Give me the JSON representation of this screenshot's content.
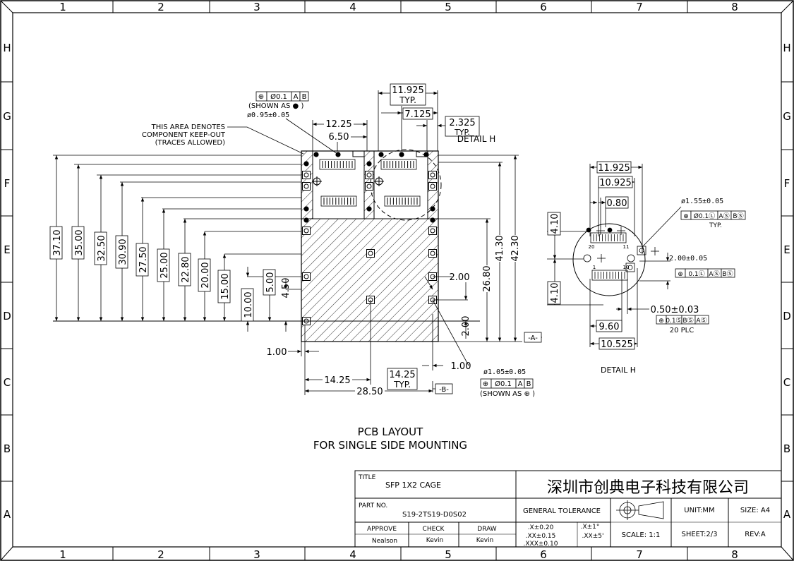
{
  "sheet": {
    "col_labels": [
      "1",
      "2",
      "3",
      "4",
      "5",
      "6",
      "7",
      "8"
    ],
    "row_labels": [
      "H",
      "G",
      "F",
      "E",
      "D",
      "C",
      "B",
      "A"
    ]
  },
  "drawing": {
    "title_line1": "PCB LAYOUT",
    "title_line2": "FOR SINGLE SIDE MOUNTING",
    "keepout_note": [
      "THIS AREA DENOTES",
      "COMPONENT KEEP-OUT",
      "(TRACES ALLOWED)"
    ],
    "detail_ref": "DETAIL H",
    "detail_caption": "DETAIL H",
    "datum_a": "-A-",
    "datum_b": "-B-",
    "hole_top": {
      "fcf": [
        "⊕",
        "Ø0.1",
        "A",
        "B"
      ],
      "shown_as": "(SHOWN AS ● )",
      "dia": "ø0.95±0.05"
    },
    "hole_bottom": {
      "fcf": [
        "⊕",
        "Ø0.1",
        "A",
        "B"
      ],
      "shown_as": "(SHOWN AS ⊕ )",
      "dia": "ø1.05±0.05"
    },
    "dims": {
      "top_12_25": "12.25",
      "top_6_50": "6.50",
      "top_11_925": "11.925",
      "top_11_925_typ": "TYP.",
      "top_7_125": "7.125",
      "top_2_325": "2.325",
      "top_2_325_typ": "TYP.",
      "v_37_10": "37.10",
      "v_35_00": "35.00",
      "v_32_50": "32.50",
      "v_30_90": "30.90",
      "v_27_50": "27.50",
      "v_25_00": "25.00",
      "v_22_80": "22.80",
      "v_20_00": "20.00",
      "v_15_00": "15.00",
      "v_10_00": "10.00",
      "v_5_00": "5.00",
      "v_4_50": "4.50",
      "h_1_00_left": "1.00",
      "h_14_25": "14.25",
      "h_28_50": "28.50",
      "h_14_25_box": "14.25",
      "h_14_25_typ": "TYP.",
      "h_1_00_right": "1.00",
      "r_2_00_a": "2.00",
      "r_2_00_b": "2.00",
      "r_26_80": "26.80",
      "r_41_30": "41.30",
      "r_42_30": "42.30"
    },
    "detail": {
      "d_11_925": "11.925",
      "d_10_925": "10.925",
      "d_0_80": "0.80",
      "d_4_10_top": "4.10",
      "d_4_10_bot": "4.10",
      "d_9_60": "9.60",
      "d_10_525": "10.525",
      "d_0_50": "0.50±0.03",
      "d_20plc": "20 PLC",
      "fcf_pad": [
        "⊕",
        "0.1Ⓢ",
        "BⓈ",
        "AⓈ"
      ],
      "dia_155": "ø1.55±0.05",
      "fcf_155": [
        "⊕",
        "Ø0.1Ⓛ",
        "AⓈ",
        "BⓈ"
      ],
      "fcf_155_typ": "TYP.",
      "d_2_00": "2.00±0.05",
      "fcf_200": [
        "⊕",
        "0.1Ⓛ",
        "AⓈ",
        "BⓈ"
      ],
      "pin20": "20",
      "pin11": "11",
      "pin1": "1",
      "pin10": "10"
    }
  },
  "titleblock": {
    "title_label": "TITLE",
    "title_value": "SFP 1X2 CAGE",
    "company": "深圳市创典电子科技有限公司",
    "partno_label": "PART NO.",
    "partno_value": "S19-2TS19-D0S02",
    "general_tolerance": "GENERAL TOLERANCE",
    "tol_x": ".X±0.20",
    "tol_xx": ".XX±0.15",
    "tol_xxx": ".XXX±0.10",
    "tol_ang_x": ".X±1°",
    "tol_ang_xx": ".XX±5'",
    "unit": "UNIT:MM",
    "size": "SIZE: A4",
    "scale": "SCALE: 1:1",
    "sheet": "SHEET:2/3",
    "rev": "REV:A",
    "approve_label": "APPROVE",
    "check_label": "CHECK",
    "draw_label": "DRAW",
    "approve_value": "Nealson",
    "check_value": "Kevin",
    "draw_value": "Kevin"
  }
}
